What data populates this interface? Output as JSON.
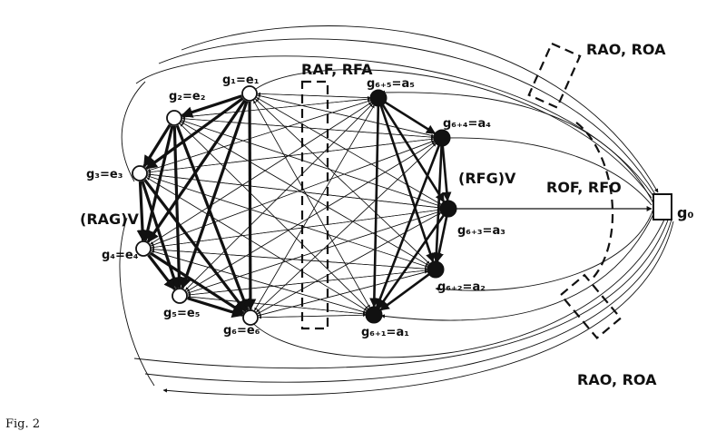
{
  "figure_caption": "Fig. 2",
  "nodes": {
    "g1": "g₁=e₁",
    "g2": "g₂=e₂",
    "g3": "g₃=e₃",
    "g4": "g₄=e₄",
    "g5": "g₅=e₅",
    "g6": "g₆=e₆",
    "a5": "g₆₊₅=a₅",
    "a4": "g₆₊₄=a₄",
    "a3": "g₆₊₃=a₃",
    "a2": "g₆₊₂=a₂",
    "a1": "g₆₊₁=a₁",
    "g0": "g₀"
  },
  "relation_labels": {
    "raf_rfa": "RAF, RFA",
    "rao_roa_top": "RAO, ROA",
    "rao_roa_bottom": "RAO, ROA",
    "rof_rfo": "ROF, RFO",
    "rag_v": "(RAG)V",
    "rfg_v": "(RFG)V"
  },
  "colors": {
    "ink": "#111111",
    "paper": "#ffffff"
  }
}
